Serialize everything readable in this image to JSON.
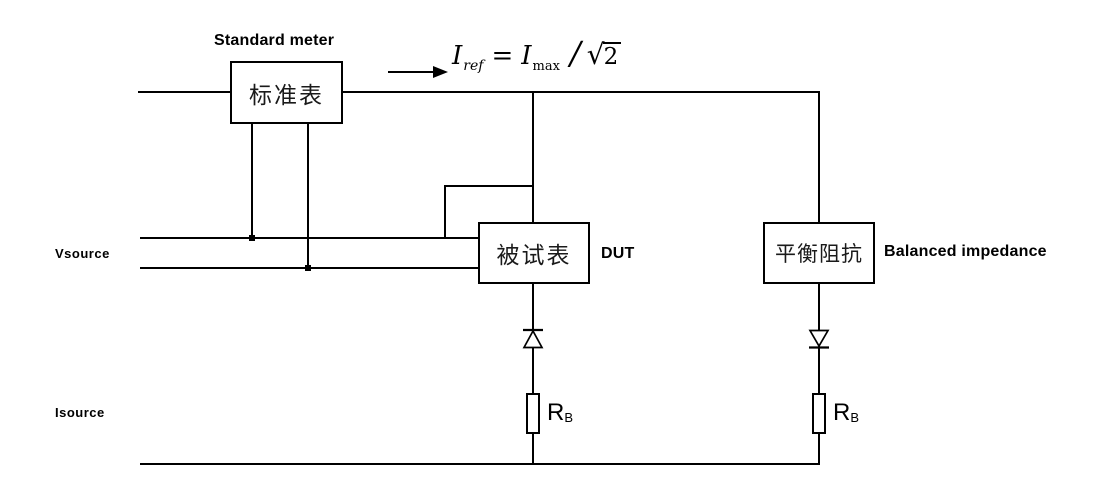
{
  "labels": {
    "standard_meter_en": "Standard meter",
    "standard_meter_zh": "标准表",
    "dut_zh": "被试表",
    "dut_en": "DUT",
    "balanced_zh": "平衡阻抗",
    "balanced_en": "Balanced impedance",
    "vsource": "Vsource",
    "isource": "Isource"
  },
  "formula": {
    "i_ref_base": "I",
    "i_ref_sub": "ref",
    "equals": "=",
    "i_max_base": "I",
    "i_max_sub": "max",
    "divide": "/",
    "radical": "√",
    "radicand": "2"
  },
  "resistor": {
    "symbol": "R",
    "subscript": "B"
  },
  "colors": {
    "line": "#000000",
    "background": "#ffffff"
  }
}
